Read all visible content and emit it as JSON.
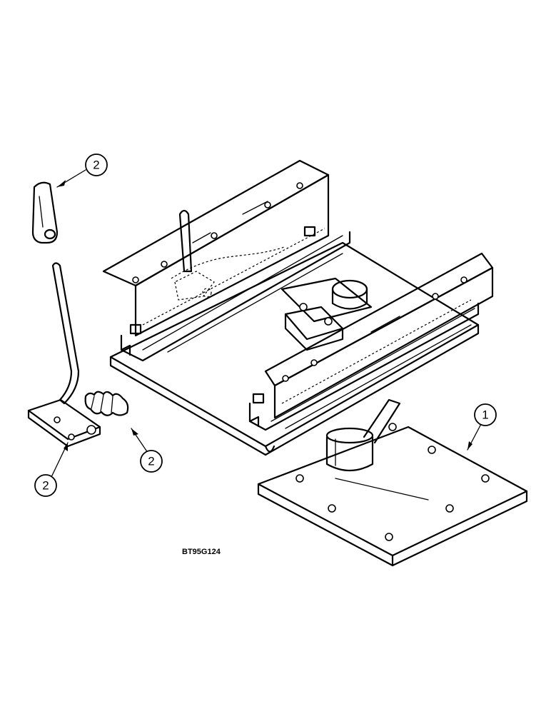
{
  "callouts": [
    {
      "id": "seat-swivel-assembly",
      "label": "1"
    },
    {
      "id": "handle-grip",
      "label": "2"
    },
    {
      "id": "spring",
      "label": "2"
    },
    {
      "id": "latch-plate",
      "label": "2"
    }
  ],
  "reference_code": "BT95G124"
}
